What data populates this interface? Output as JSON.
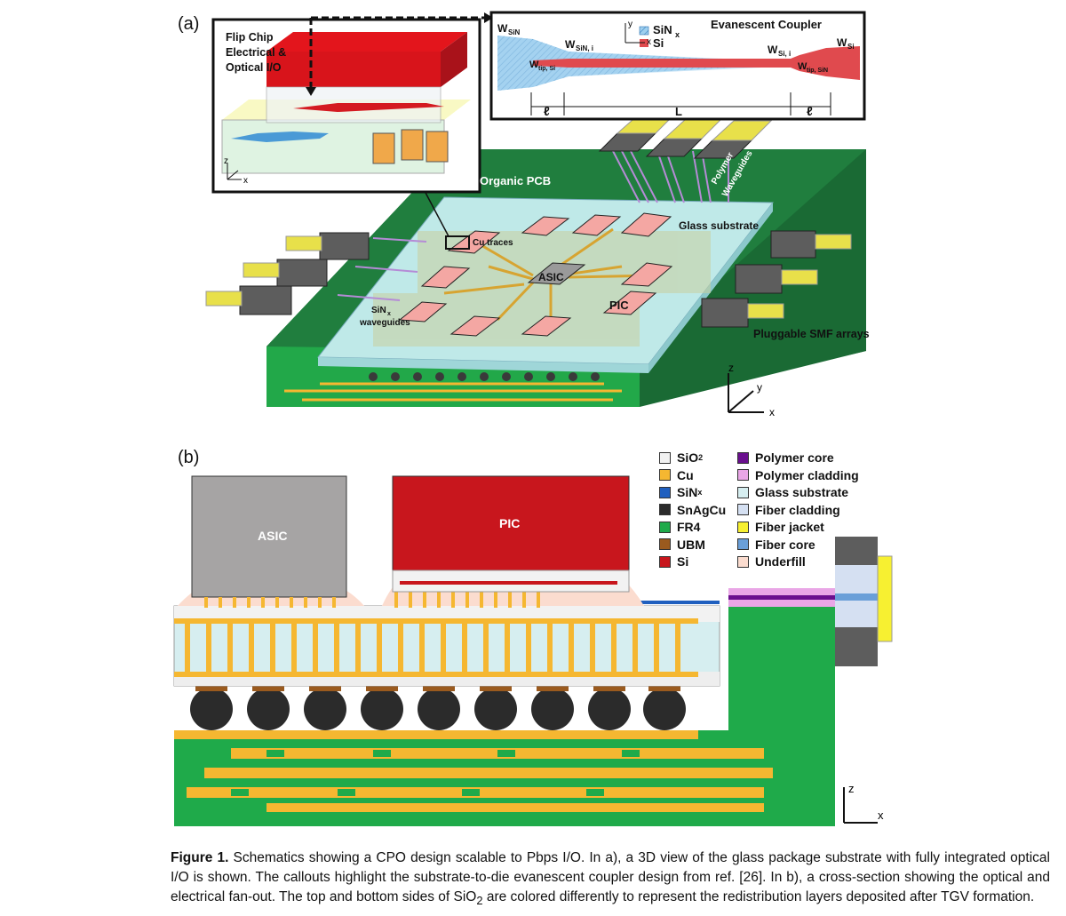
{
  "panel_a": {
    "label": "(a)",
    "inset_flip_chip": {
      "title_line1": "Flip Chip",
      "title_line2": "Electrical &",
      "title_line3": "Optical I/O",
      "axis_z": "z",
      "axis_x": "x"
    },
    "inset_coupler": {
      "title": "Evanescent Coupler",
      "legend_sin": "SiN",
      "legend_sin_sub": "x",
      "legend_si": "Si",
      "w_sin": "W",
      "w_sin_sub": "SiN",
      "w_sin_i": "W",
      "w_sin_i_sub": "SiN, i",
      "w_tip_si": "W",
      "w_tip_si_sub": "tip, Si",
      "w_si_i": "W",
      "w_si_i_sub": "Si, i",
      "w_tip_sin": "W",
      "w_tip_sin_sub": "tip, SiN",
      "w_si": "W",
      "w_si_sub": "Si",
      "axis_y": "y",
      "axis_x": "x",
      "len_l_left": "ℓ",
      "len_L": "L",
      "len_l_right": "ℓ"
    },
    "labels": {
      "organic_pcb": "Organic PCB",
      "polymer_waveguides_1": "Polymer",
      "polymer_waveguides_2": "Waveguides",
      "glass_substrate": "Glass substrate",
      "cu_traces": "Cu traces",
      "asic": "ASIC",
      "pic": "PIC",
      "sinx_waveguides_1": "SiN",
      "sinx_sub": "x",
      "sinx_waveguides_2": "waveguides",
      "pluggable_smf": "Pluggable SMF arrays",
      "axis_z": "z",
      "axis_y": "y",
      "axis_x": "x"
    }
  },
  "panel_b": {
    "label": "(b)",
    "asic": "ASIC",
    "pic": "PIC",
    "axis_z": "z",
    "axis_x": "x",
    "legend": [
      {
        "name": "SiO",
        "sub": "2",
        "color": "#f2f2f2"
      },
      {
        "name": "Cu",
        "sub": "",
        "color": "#f5b731"
      },
      {
        "name": "SiN",
        "sub": "x",
        "color": "#1f5fbf"
      },
      {
        "name": "SnAgCu",
        "sub": "",
        "color": "#2b2b2b"
      },
      {
        "name": "FR4",
        "sub": "",
        "color": "#1faa4a"
      },
      {
        "name": "UBM",
        "sub": "",
        "color": "#9a5a1e"
      },
      {
        "name": "Si",
        "sub": "",
        "color": "#c8161d"
      },
      {
        "name": "Polymer core",
        "sub": "",
        "color": "#6a0f8e"
      },
      {
        "name": "Polymer cladding",
        "sub": "",
        "color": "#e9a6e6"
      },
      {
        "name": "Glass substrate",
        "sub": "",
        "color": "#d6eef0"
      },
      {
        "name": "Fiber cladding",
        "sub": "",
        "color": "#d5e0f2"
      },
      {
        "name": "Fiber jacket",
        "sub": "",
        "color": "#f7f031"
      },
      {
        "name": "Fiber core",
        "sub": "",
        "color": "#6a9fd8"
      },
      {
        "name": "Underfill",
        "sub": "",
        "color": "#fbdccf"
      }
    ]
  },
  "caption": {
    "fig": "Figure 1.",
    "text": " Schematics showing a CPO design scalable to Pbps I/O. In a), a 3D view of the glass package substrate with fully integrated optical I/O is shown. The callouts highlight the substrate-to-die evanescent coupler design from ref. [26]. In b), a cross-section showing the optical and electrical fan-out. The top and bottom sides of SiO",
    "sub": "2",
    "text2": " are colored differently to represent the redistribution layers deposited after TGV formation."
  }
}
